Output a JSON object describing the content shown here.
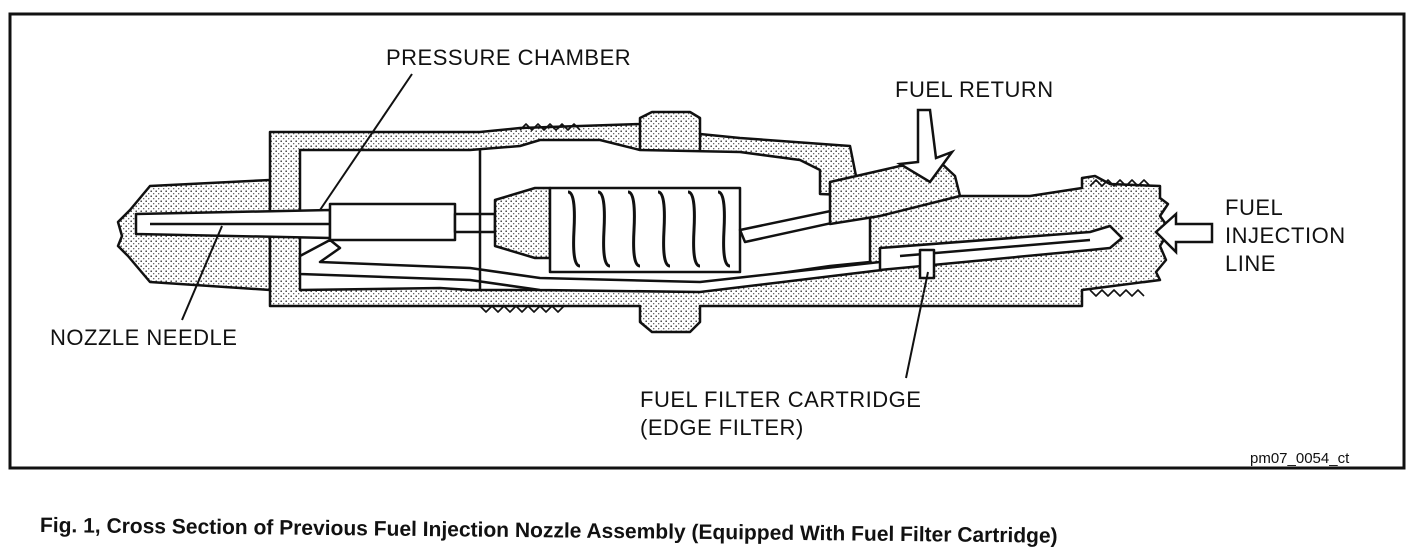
{
  "figure": {
    "labels": {
      "pressure_chamber": "PRESSURE CHAMBER",
      "fuel_return": "FUEL RETURN",
      "fuel_injection_line": [
        "FUEL",
        "INJECTION",
        "LINE"
      ],
      "nozzle_needle": "NOZZLE NEEDLE",
      "fuel_filter_cartridge": [
        "FUEL FILTER CARTRIDGE",
        "(EDGE FILTER)"
      ]
    },
    "reference_id": "pm07_0054_ct",
    "caption": "Fig. 1, Cross Section of Previous Fuel Injection Nozzle Assembly (Equipped With Fuel Filter Cartridge)"
  },
  "colors": {
    "line": "#111111",
    "stipple": "#444444",
    "background": "#ffffff"
  }
}
